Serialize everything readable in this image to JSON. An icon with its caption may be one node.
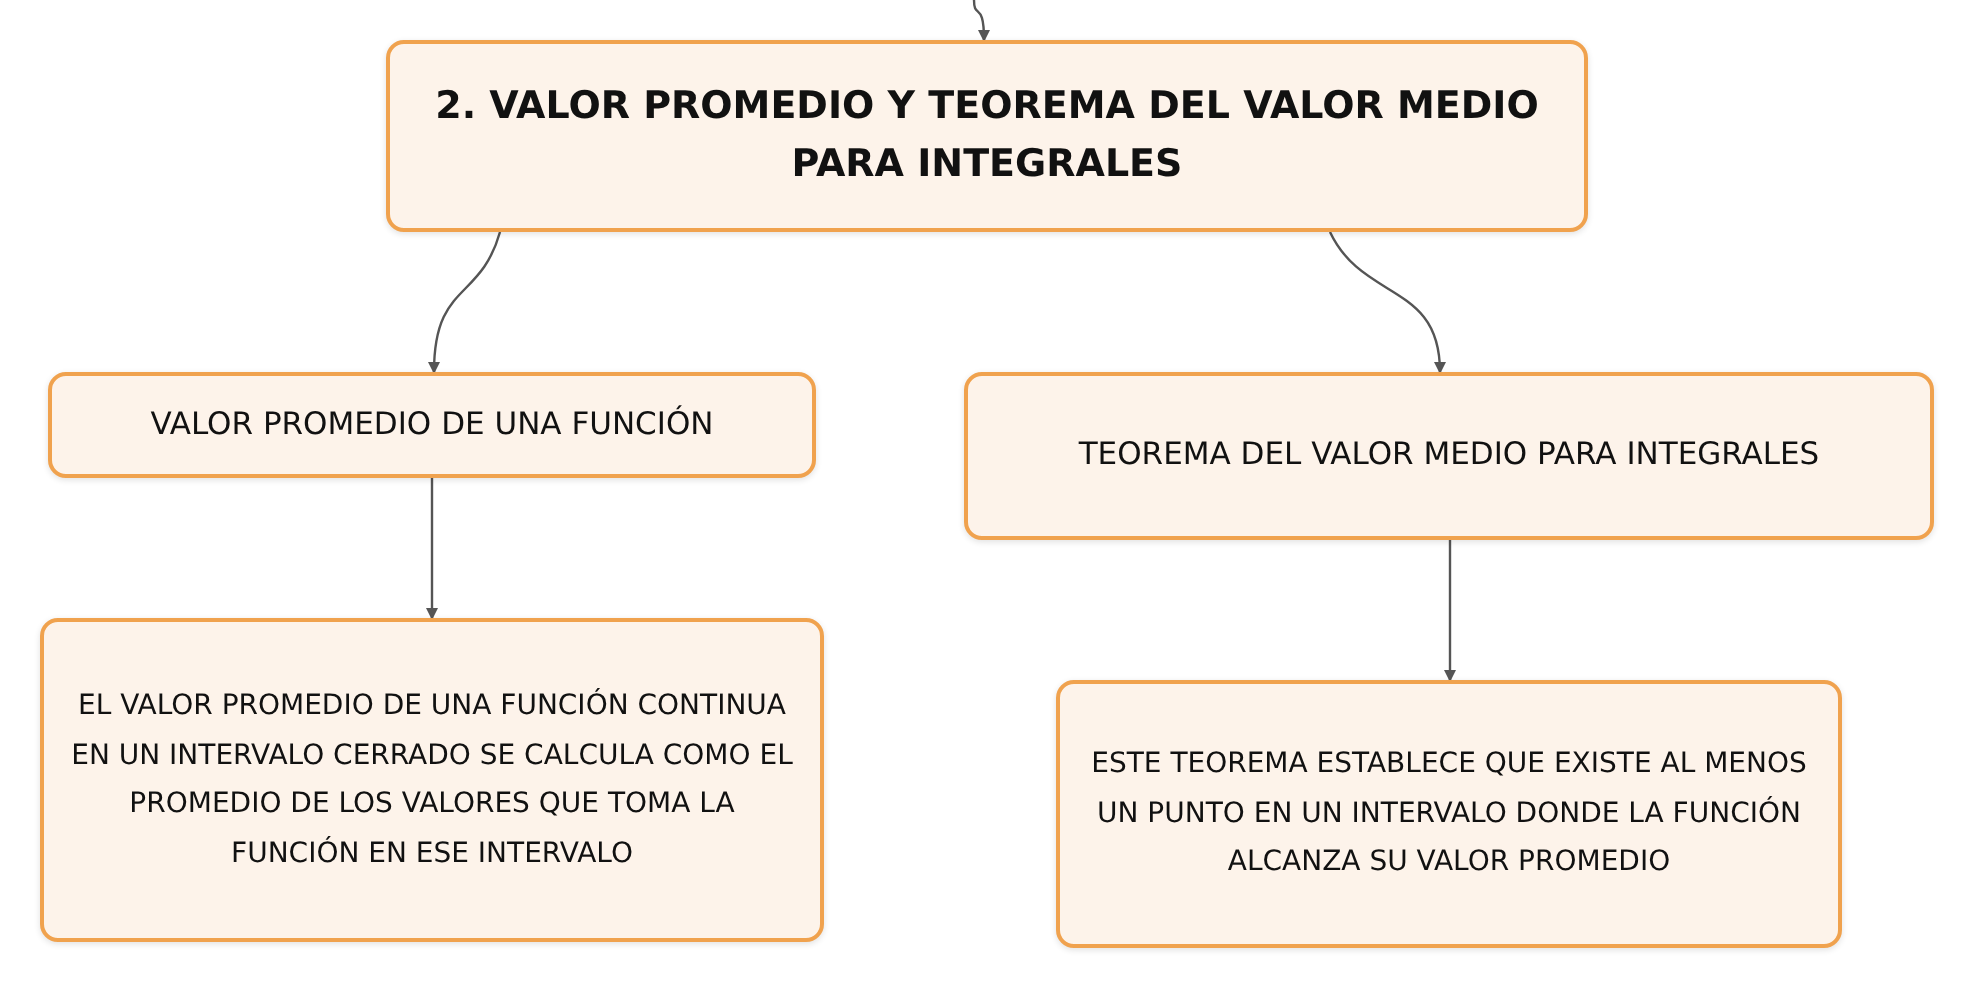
{
  "diagram": {
    "nodes": [
      {
        "text": [
          "2. VALOR PROMEDIO Y TEOREMA DEL VALOR MEDIO PARA INTEGRALES"
        ]
      },
      {
        "text": [
          "VALOR PROMEDIO DE UNA FUNCIÓN"
        ]
      },
      {
        "text": [
          "TEOREMA DEL VALOR MEDIO PARA INTEGRALES"
        ]
      },
      {
        "text": [
          "EL VALOR PROMEDIO DE UNA FUNCIÓN CONTINUA EN UN INTERVALO CERRADO SE CALCULA COMO EL PROMEDIO DE LOS VALORES QUE TOMA LA FUNCIÓN EN ESE INTERVALO"
        ]
      },
      {
        "text": [
          "ESTE TEOREMA ESTABLECE QUE EXISTE AL MENOS UN PUNTO EN UN INTERVALO DONDE LA FUNCIÓN ALCANZA SU VALOR PROMEDIO"
        ]
      }
    ],
    "edges": [
      {
        "from": null,
        "to": 0,
        "arrow": "to"
      },
      {
        "from": 0,
        "to": 1,
        "arrow": "to"
      },
      {
        "from": 0,
        "to": 2,
        "arrow": "to"
      },
      {
        "from": 1,
        "to": 3,
        "arrow": "to"
      },
      {
        "from": 2,
        "to": 4,
        "arrow": "to"
      }
    ]
  }
}
